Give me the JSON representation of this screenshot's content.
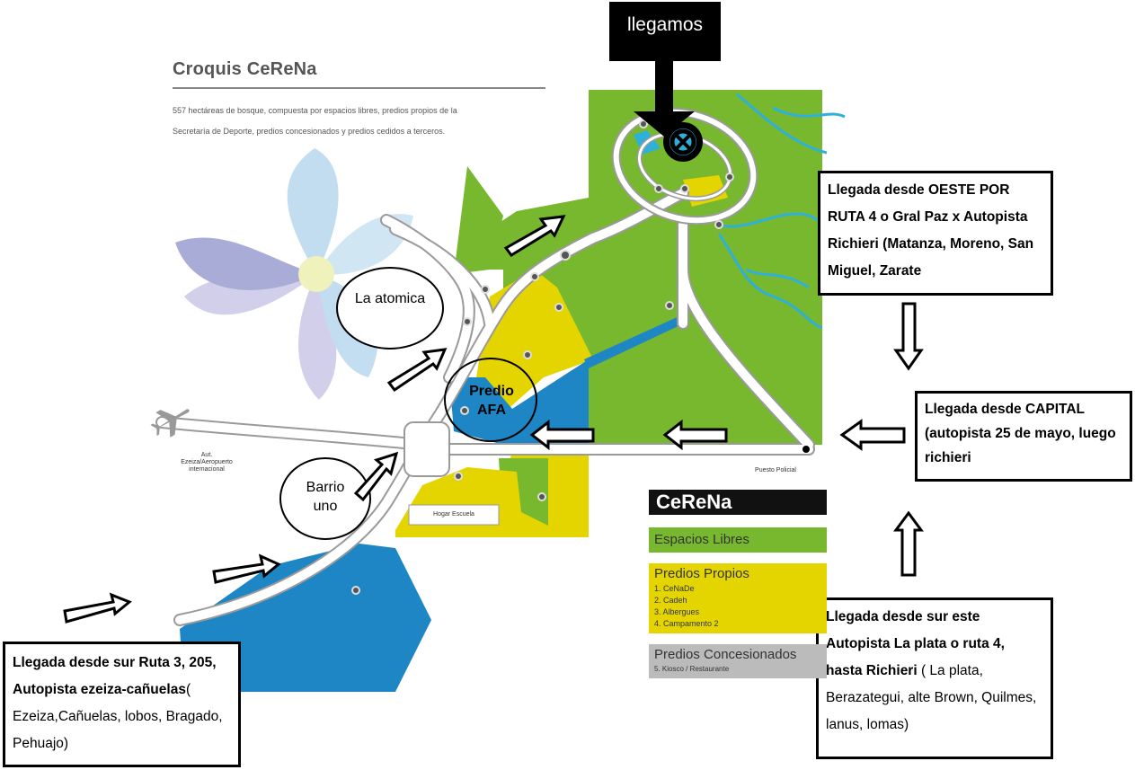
{
  "map": {
    "title": "Croquis CeReNa",
    "description": "557 hectáreas de bosque, compuesta por espacios libres, predios propios de la Secretaría de Deporte, predios concesionados y predios cedidos a terceros.",
    "small_labels": {
      "airport": "Aut. Ezeiza/Aeropuerto internacional",
      "puesto": "Puesto Policial",
      "hogar": "Hogar Escuela",
      "barrio": "Barrio uno"
    }
  },
  "marker": {
    "label": "llegamos"
  },
  "places": {
    "la_atomica": "La atomica",
    "predio_afa": "Predio AFA",
    "barrio_uno": "Barrio uno"
  },
  "arrivals": {
    "oeste": {
      "bold": "Llegada desde OESTE POR RUTA 4 o Gral Paz x Autopista Richieri (Matanza, Moreno, San Miguel, Zarate",
      "normal": ""
    },
    "capital": {
      "bold": "Llegada desde CAPITAL (autopista 25  de mayo, luego richieri",
      "normal": ""
    },
    "sur_este": {
      "bold": "Llegada desde sur este Autopista La plata o ruta 4, hasta Richieri",
      "normal": "( La plata, Berazategui, alte Brown, Quilmes, lanus, lomas)"
    },
    "sur": {
      "bold": "Llegada desde sur Ruta 3, 205, Autopista ezeiza-cañuelas",
      "normal": "( Ezeiza,Cañuelas, lobos, Bragado, Pehuajo)"
    }
  },
  "legend": {
    "title": "CeReNa",
    "libres": "Espacios Libres",
    "propios_title": "Predios Propios",
    "propios_items": [
      "1. CeNaDe",
      "2. Cadeh",
      "3. Albergues",
      "4. Campamento 2"
    ],
    "concesionados_title": "Predios Concesionados",
    "concesionados_items": [
      "5. Kiosco / Restaurante"
    ]
  },
  "colors": {
    "green": "#77b82e",
    "yellow": "#e4d500",
    "blue": "#1f86c6",
    "water": "#2fb0d8",
    "road": "#ffffff"
  }
}
